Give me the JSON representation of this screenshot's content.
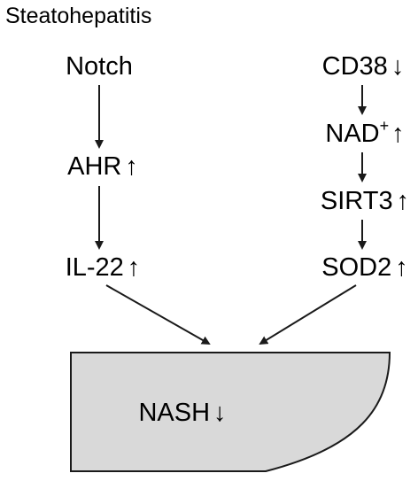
{
  "title": "Steatohepatitis",
  "left_pathway": {
    "nodes": [
      {
        "label": "Notch",
        "trend": ""
      },
      {
        "label": "AHR",
        "trend": "↑"
      },
      {
        "label": "IL-22",
        "trend": "↑"
      }
    ]
  },
  "right_pathway": {
    "nodes": [
      {
        "label": "CD38",
        "sup": "",
        "trend": "↓"
      },
      {
        "label": "NAD",
        "sup": "+",
        "trend": "↑"
      },
      {
        "label": "SIRT3",
        "sup": "",
        "trend": "↑"
      },
      {
        "label": "SOD2",
        "sup": "",
        "trend": "↑"
      }
    ]
  },
  "outcome": {
    "label": "NASH",
    "trend": "↓"
  },
  "colors": {
    "text": "#1a1a1a",
    "arrow": "#1a1a1a",
    "outcome_fill": "#d9d9d9",
    "outcome_stroke": "#1a1a1a"
  }
}
